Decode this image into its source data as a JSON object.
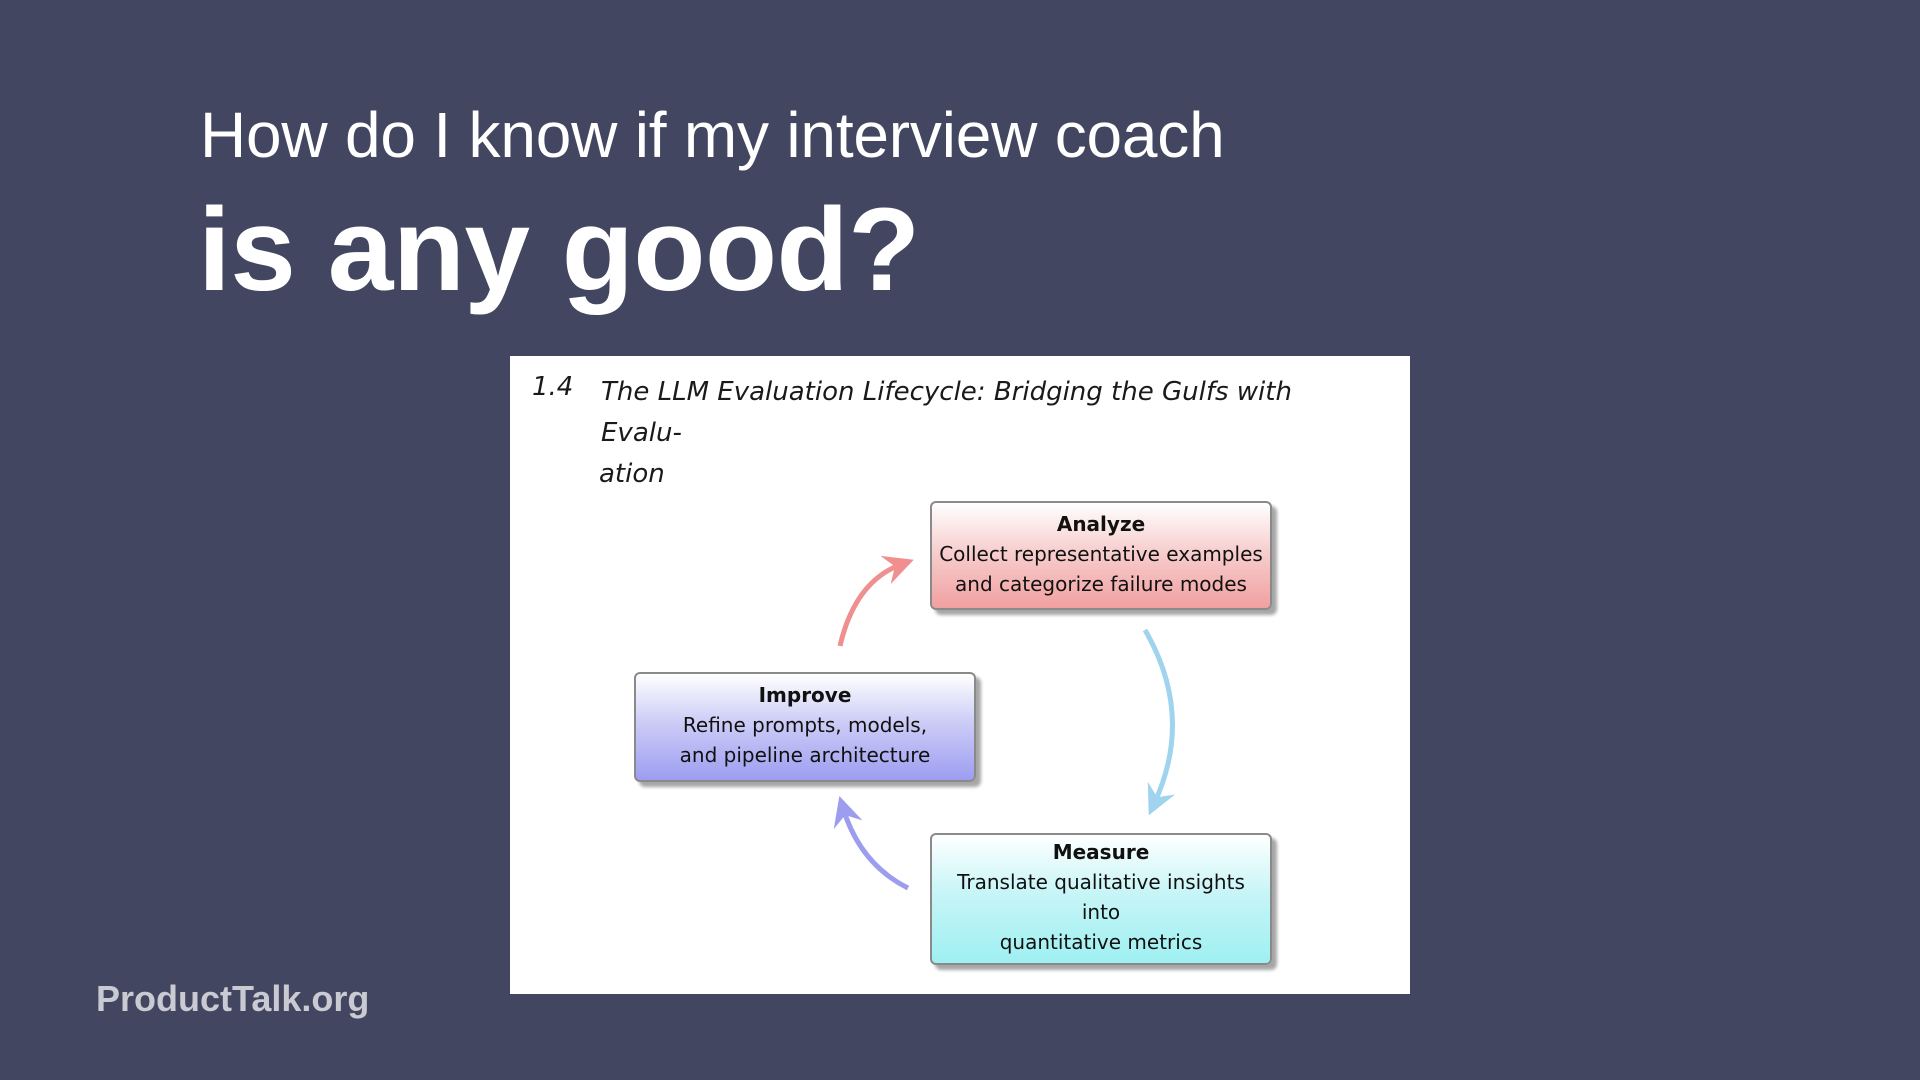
{
  "slide": {
    "title_line1": "How do I know if my interview coach",
    "title_line2": "is any good?",
    "footer_brand": "ProductTalk.org"
  },
  "figure": {
    "number": "1.4",
    "caption_line1": "The LLM Evaluation Lifecycle: Bridging the Gulfs with Evalu-",
    "caption_line2": "ation",
    "nodes": {
      "analyze": {
        "title": "Analyze",
        "line1": "Collect representative examples",
        "line2": "and categorize failure modes"
      },
      "improve": {
        "title": "Improve",
        "line1": "Refine prompts, models,",
        "line2": "and pipeline architecture"
      },
      "measure": {
        "title": "Measure",
        "line1": "Translate qualitative insights",
        "line2": "into",
        "line3": "quantitative metrics"
      }
    },
    "arrow_colors": {
      "improve_to_analyze": "#f08f8f",
      "analyze_to_measure": "#9fd3ee",
      "measure_to_improve": "#9d9df0"
    }
  },
  "colors": {
    "background": "#434660",
    "title": "#ffffff",
    "footer": "#c9cad2"
  }
}
